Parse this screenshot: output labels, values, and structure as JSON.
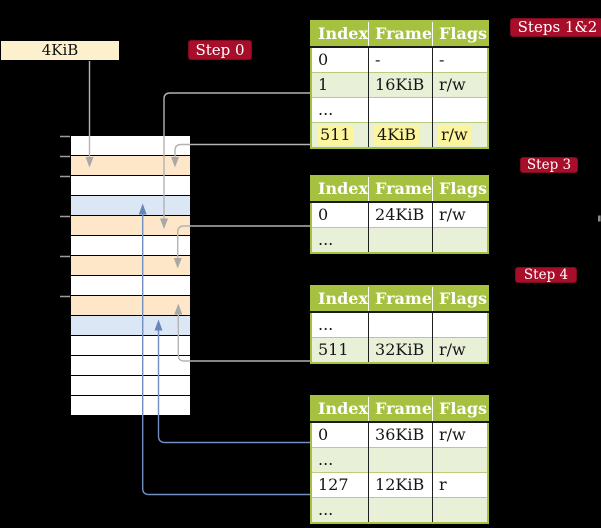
{
  "frame_box": {
    "label": "4KiB"
  },
  "badges": [
    {
      "label": "Step 0"
    },
    {
      "label": "Steps 1&2"
    },
    {
      "label": "Step 3"
    },
    {
      "label": "Step 4"
    }
  ],
  "tables": [
    {
      "headers": [
        "Index",
        "Frame",
        "Flags"
      ],
      "rows": [
        {
          "cells": [
            "0",
            "-",
            "-"
          ],
          "shaded": false,
          "highlight": false
        },
        {
          "cells": [
            "1",
            "16KiB",
            "r/w"
          ],
          "shaded": true,
          "highlight": false
        },
        {
          "cells": [
            "...",
            "",
            ""
          ],
          "shaded": false,
          "highlight": false
        },
        {
          "cells": [
            "511",
            "4KiB",
            "r/w"
          ],
          "shaded": true,
          "highlight": true
        }
      ]
    },
    {
      "headers": [
        "Index",
        "Frame",
        "Flags"
      ],
      "rows": [
        {
          "cells": [
            "0",
            "24KiB",
            "r/w"
          ],
          "shaded": false,
          "highlight": false
        },
        {
          "cells": [
            "...",
            "",
            ""
          ],
          "shaded": true,
          "highlight": false
        }
      ]
    },
    {
      "headers": [
        "Index",
        "Frame",
        "Flags"
      ],
      "rows": [
        {
          "cells": [
            "...",
            "",
            ""
          ],
          "shaded": false,
          "highlight": false
        },
        {
          "cells": [
            "511",
            "32KiB",
            "r/w"
          ],
          "shaded": true,
          "highlight": false
        }
      ]
    },
    {
      "headers": [
        "Index",
        "Frame",
        "Flags"
      ],
      "rows": [
        {
          "cells": [
            "0",
            "36KiB",
            "r/w"
          ],
          "shaded": false,
          "highlight": false
        },
        {
          "cells": [
            "...",
            "",
            ""
          ],
          "shaded": true,
          "highlight": false
        },
        {
          "cells": [
            "127",
            "12KiB",
            "r"
          ],
          "shaded": false,
          "highlight": false
        },
        {
          "cells": [
            "...",
            "",
            ""
          ],
          "shaded": true,
          "highlight": false
        }
      ]
    }
  ],
  "memory_stack": {
    "row_colors": [
      "white",
      "orange",
      "white",
      "blue",
      "orange",
      "white",
      "orange",
      "white",
      "orange",
      "blue",
      "white",
      "white",
      "white",
      "white"
    ]
  },
  "colors": {
    "table_header_olive": "#a5c13f",
    "table_row_shade": "#e9f0d8",
    "highlight_yellow": "#fcf59e",
    "badge_red": "#a80e2a",
    "frame_box_wheat": "#fcf1cc",
    "stack_orange": "#fde7c8",
    "stack_blue": "#dbe7f5",
    "arrow_gray": "#b3b3b3",
    "arrow_blue": "#7190c1"
  }
}
